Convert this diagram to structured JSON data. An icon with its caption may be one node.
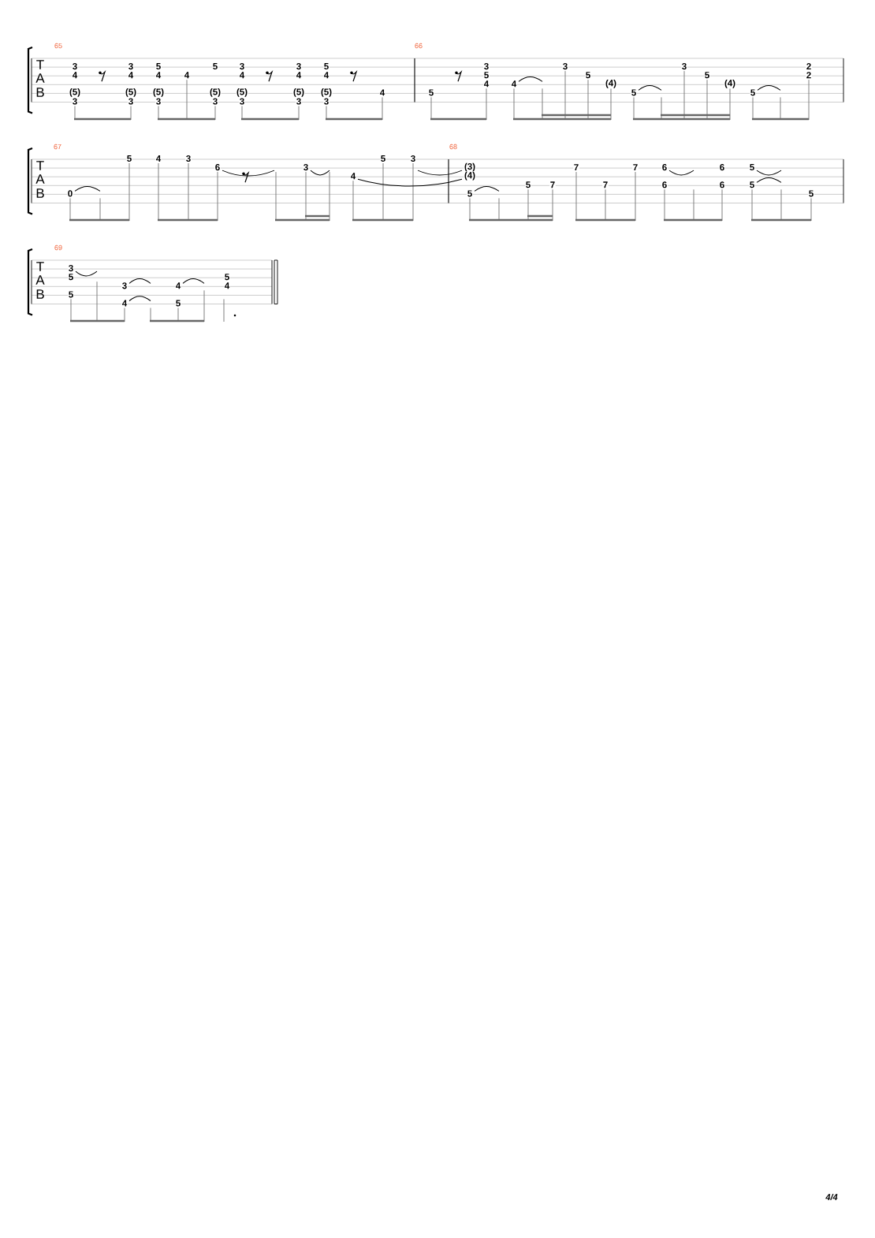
{
  "diagram": {
    "labels": [
      "65",
      "T",
      "A",
      "B",
      "3",
      "4",
      "(5)",
      "3",
      "3",
      "4",
      "(5)",
      "3",
      "5",
      "4",
      "(5)",
      "3",
      "4",
      "5",
      "(5)",
      "3",
      "3",
      "4",
      "(5)",
      "3",
      "3",
      "4",
      "(5)",
      "3",
      "5",
      "4",
      "(5)",
      "3",
      "4",
      "66",
      "5",
      "3",
      "5",
      "4",
      "4",
      "3",
      "5",
      "(4)",
      "5",
      "3",
      "5",
      "(4)",
      "5",
      "2",
      "2",
      "67",
      "T",
      "A",
      "B",
      "0",
      "5",
      "4",
      "3",
      "6",
      "3",
      "4",
      "5",
      "3",
      "68",
      "(3)",
      "(4)",
      "5",
      "5",
      "7",
      "7",
      "7",
      "7",
      "6",
      "6",
      "6",
      "6",
      "5",
      "5",
      "5",
      "69",
      "T",
      "A",
      "B",
      "3",
      "5",
      "5",
      "3",
      "4",
      "4",
      "5",
      "5",
      "4",
      "4/4"
    ]
  }
}
